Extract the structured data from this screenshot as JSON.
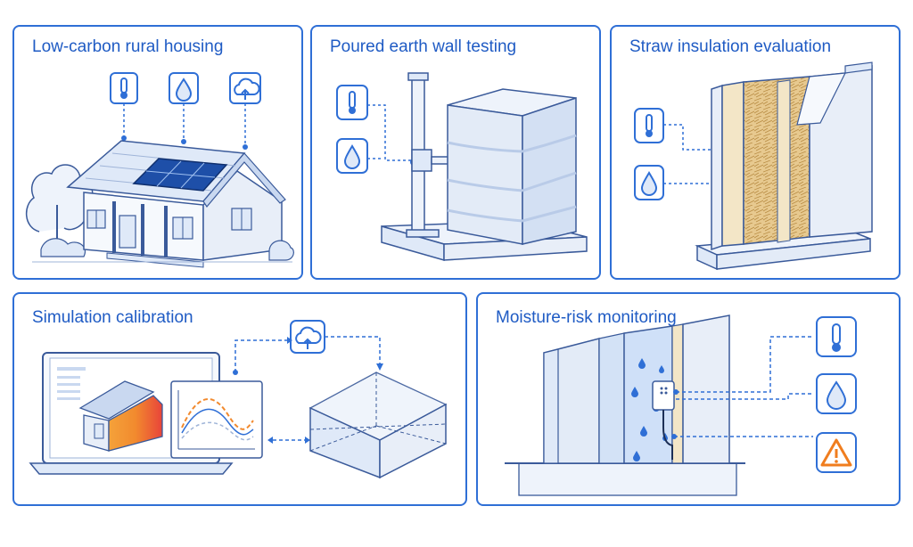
{
  "panels": {
    "rural_housing": {
      "title": "Low-carbon rural housing"
    },
    "earth_wall": {
      "title": "Poured earth wall testing"
    },
    "straw": {
      "title": "Straw insulation evaluation"
    },
    "simulation": {
      "title": "Simulation calibration"
    },
    "moisture": {
      "title": "Moisture-risk monitoring"
    }
  },
  "icons": {
    "temperature": "thermometer-icon",
    "humidity": "water-drop-icon",
    "cloud": "cloud-upload-icon",
    "warning": "warning-triangle-icon"
  },
  "colors": {
    "accent": "#2f6fd6",
    "line": "#3a5a9a",
    "fill_light": "#dfe9f8",
    "straw": "#e7c98f",
    "warning": "#f07d1e",
    "heat_orange": "#f28a2e",
    "heat_red": "#e8443a"
  }
}
